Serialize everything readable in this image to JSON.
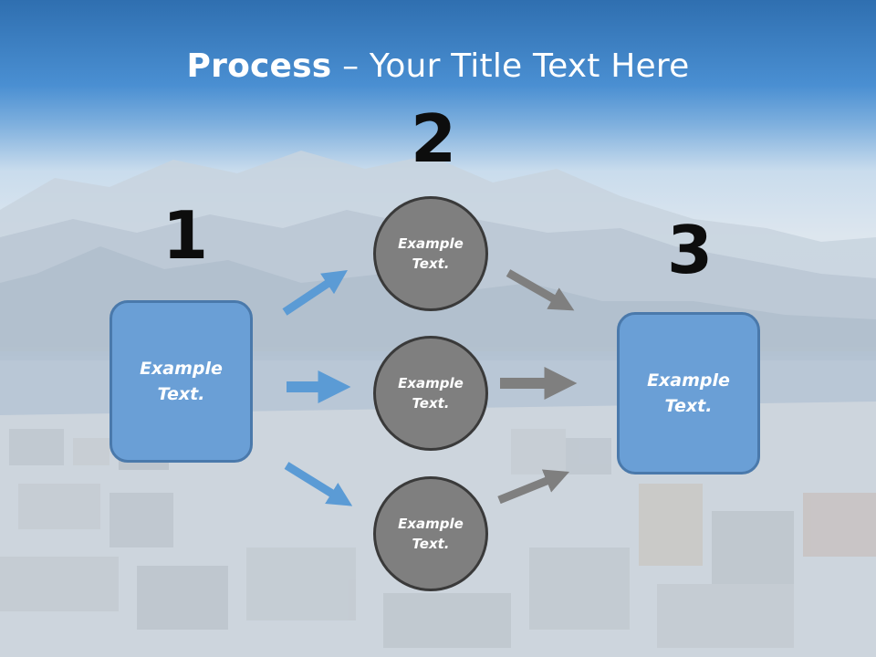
{
  "title": {
    "bold": "Process",
    "rest": " – Your Title Text Here"
  },
  "steps": {
    "one": "1",
    "two": "2",
    "three": "3"
  },
  "boxes": {
    "left": "Example Text.",
    "right": "Example Text."
  },
  "circles": {
    "top": "Example Text.",
    "middle": "Example Text.",
    "bottom": "Example Text."
  },
  "colors": {
    "box_fill": "#6a9fd6",
    "circle_fill": "#7f7f7f",
    "arrow_blue": "#5b9bd5",
    "arrow_gray": "#7f7f7f"
  }
}
